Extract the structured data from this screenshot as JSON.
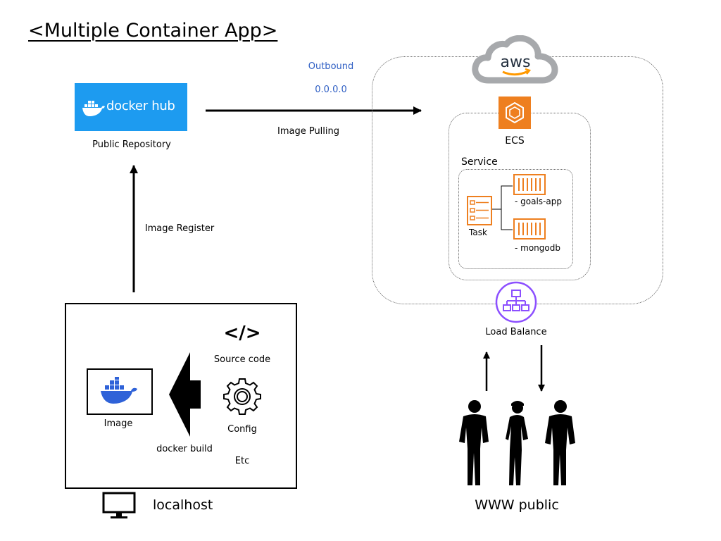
{
  "title": "<Multiple Container App>",
  "dockerhub": {
    "logo_text": "docker hub",
    "caption": "Public Repository"
  },
  "edges": {
    "outbound_label": "Outbound",
    "outbound_ip": "0.0.0.0",
    "pull_label": "Image Pulling",
    "register_label": "Image Register",
    "build_label": "docker build"
  },
  "aws": {
    "logo_text": "aws",
    "ecs_label": "ECS",
    "service_label": "Service",
    "task_label": "Task",
    "containers": [
      "- goals-app",
      "- mongodb"
    ],
    "load_balancer_label": "Load Balance"
  },
  "localhost": {
    "label": "localhost",
    "image_label": "Image",
    "inputs": [
      "Source code",
      "Config",
      "Etc"
    ]
  },
  "public": {
    "label": "WWW public"
  },
  "colors": {
    "dockerhub_blue": "#1d9bf0",
    "docker_whale_blue": "#2f62d8",
    "ecs_orange": "#ee7f1f",
    "elb_purple": "#8c4fff",
    "outbound_text": "#2f5fc4",
    "aws_cloud_gray": "#a7a9ac"
  },
  "icons": [
    "docker-whale-icon",
    "code-brackets-icon",
    "gear-icon",
    "monitor-icon",
    "aws-cloud-icon",
    "ecs-icon",
    "task-icon",
    "container-icon",
    "load-balancer-icon",
    "person-silhouette-icon"
  ]
}
